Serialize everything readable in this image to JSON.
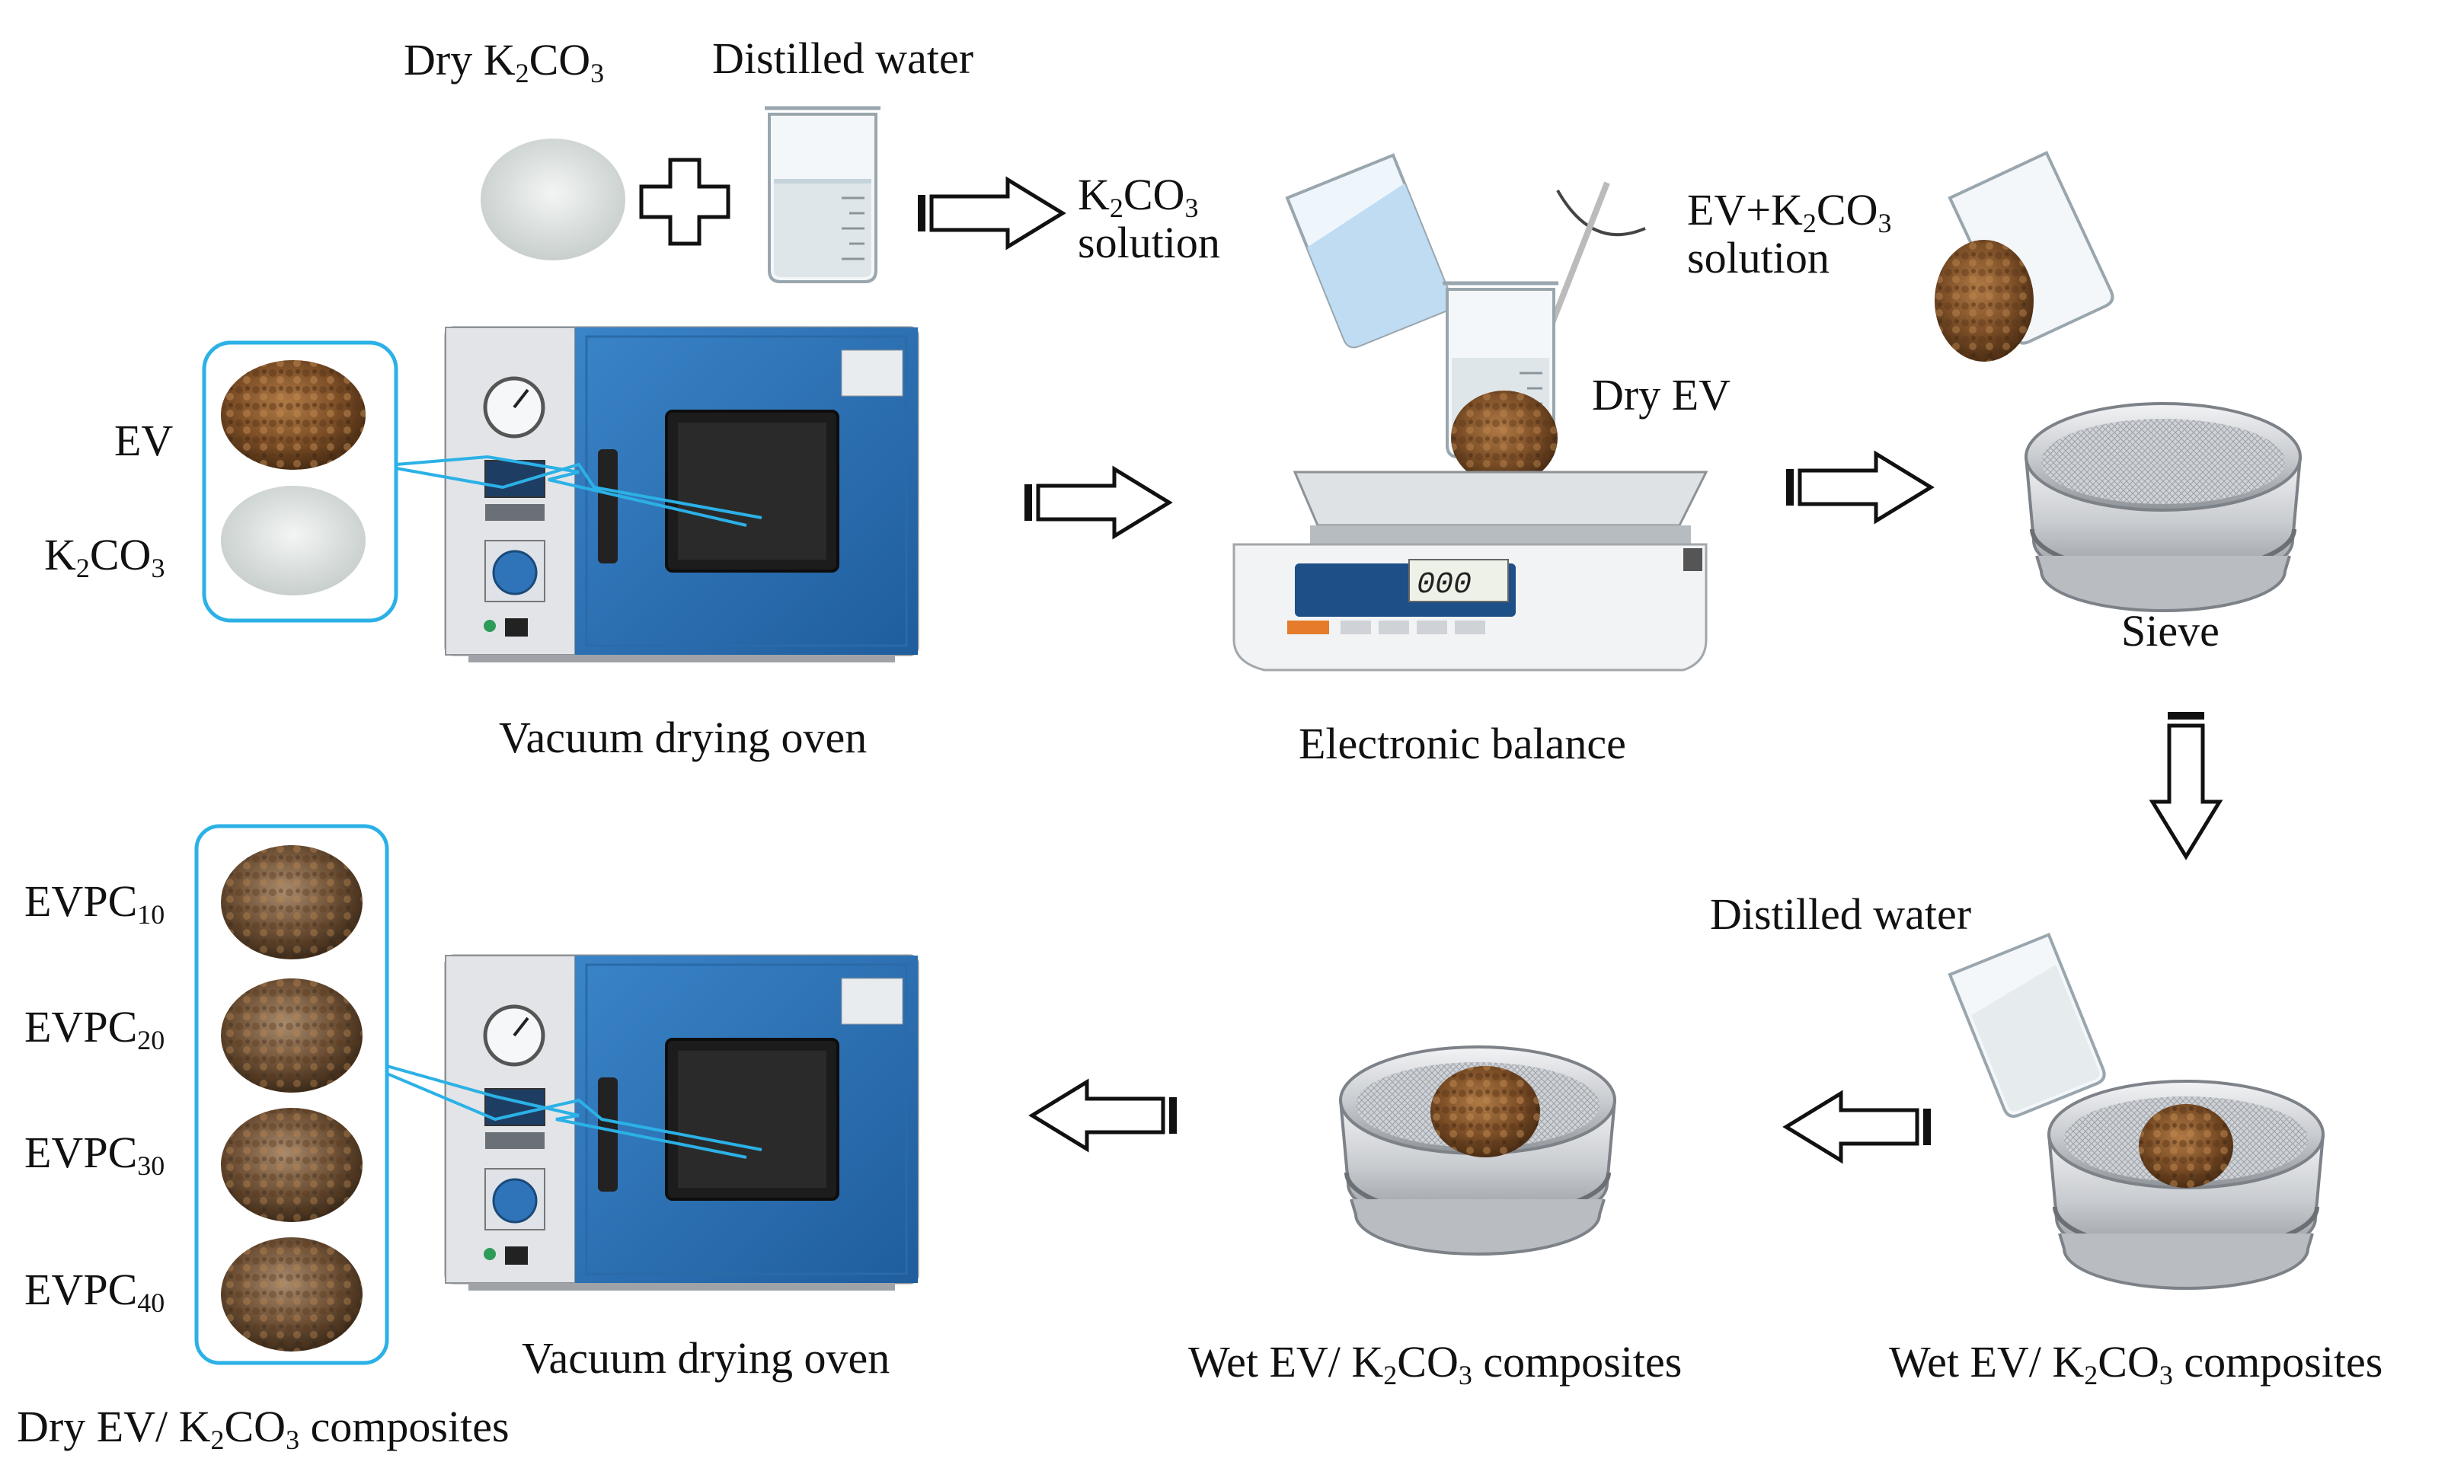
{
  "labels": {
    "dry_k2co3": {
      "pre": "Dry K",
      "s1": "2",
      "mid": "CO",
      "s2": "3"
    },
    "distilled_water_top": "Distilled water",
    "k2co3_solution": {
      "pre": "K",
      "s1": "2",
      "mid": "CO",
      "s2": "3",
      "post": "solution"
    },
    "ev_k2co3_solution": {
      "pre": "EV+K",
      "s1": "2",
      "mid": "CO",
      "s2": "3",
      "post": "solution"
    },
    "dry_ev": "Dry EV",
    "ev": "EV",
    "k2co3_left": {
      "pre": "K",
      "s1": "2",
      "mid": "CO",
      "s2": "3"
    },
    "vacuum_oven_top": "Vacuum drying oven",
    "electronic_balance": "Electronic balance",
    "sieve": "Sieve",
    "distilled_water_bottom": "Distilled water",
    "wet_composites_right": {
      "pre": "Wet EV/ K",
      "s1": "2",
      "mid": "CO",
      "s2": "3",
      "post": " composites"
    },
    "wet_composites_mid": {
      "pre": "Wet EV/ K",
      "s1": "2",
      "mid": "CO",
      "s2": "3",
      "post": " composites"
    },
    "vacuum_oven_bottom": "Vacuum drying oven",
    "evpc": [
      {
        "pre": "EVPC",
        "sub": "10"
      },
      {
        "pre": "EVPC",
        "sub": "20"
      },
      {
        "pre": "EVPC",
        "sub": "30"
      },
      {
        "pre": "EVPC",
        "sub": "40"
      }
    ],
    "dry_composites": {
      "pre": "Dry EV/ K",
      "s1": "2",
      "mid": "CO",
      "s2": "3",
      "post": " composites"
    }
  },
  "balance_display": "000",
  "colors": {
    "oven_blue": "#2f74b9",
    "oven_grey": "#d3d6da",
    "frame_cyan": "#2bb1e6",
    "ev_brown": "#8a5a2e",
    "powder_white": "#e8ece9",
    "water_blue": "#bfdcf2"
  }
}
